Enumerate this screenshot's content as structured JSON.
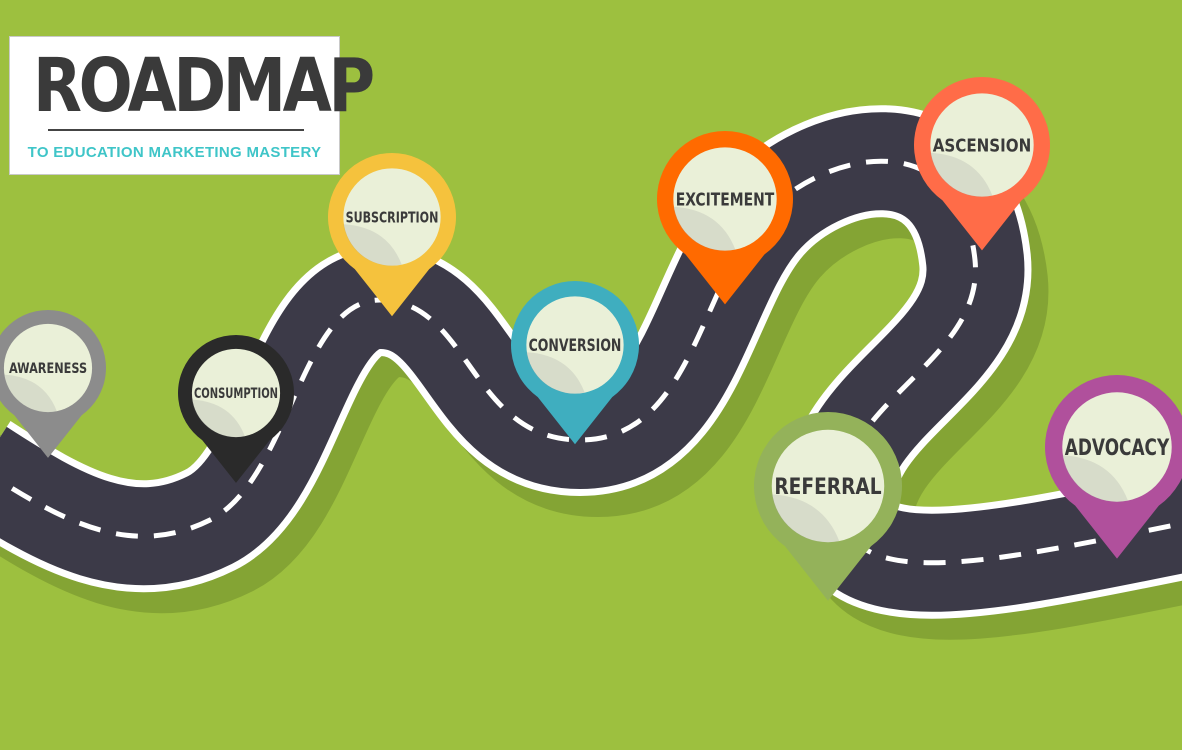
{
  "header": {
    "title": "ROADMAP",
    "subtitle": "TO EDUCATION MARKETING MASTERY"
  },
  "colors": {
    "background": "#9dc03f",
    "road": "#3c3a48",
    "road_edge": "#ffffff",
    "pin_inner": "#eaf0d8"
  },
  "milestones": [
    {
      "label": "AWARENESS",
      "color": "#8c8c8c"
    },
    {
      "label": "CONSUMPTION",
      "color": "#2a2a2a"
    },
    {
      "label": "SUBSCRIPTION",
      "color": "#f5c23d"
    },
    {
      "label": "CONVERSION",
      "color": "#3faebf"
    },
    {
      "label": "EXCITEMENT",
      "color": "#ff6a00"
    },
    {
      "label": "ASCENSION",
      "color": "#ff6c48"
    },
    {
      "label": "REFERRAL",
      "color": "#94b25a"
    },
    {
      "label": "ADVOCACY",
      "color": "#b0509c"
    }
  ]
}
